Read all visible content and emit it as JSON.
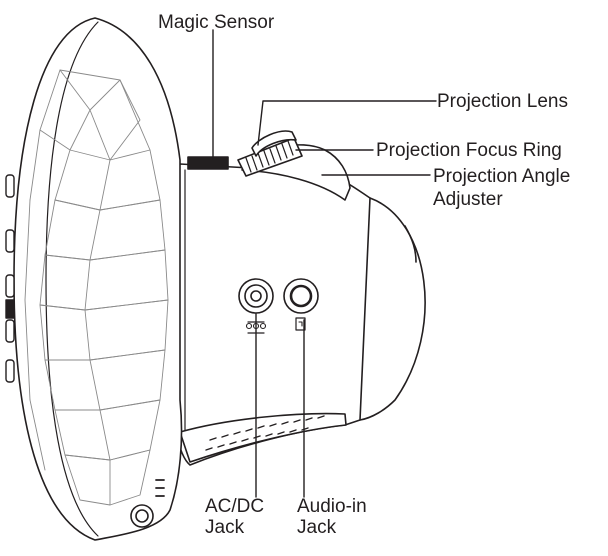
{
  "labels": {
    "magic_sensor": "Magic Sensor",
    "projection_lens": "Projection Lens",
    "projection_focus_ring": "Projection Focus Ring",
    "projection_angle_adjuster_line1": "Projection Angle",
    "projection_angle_adjuster_line2": "Adjuster",
    "acdc_jack_line1": "AC/DC",
    "acdc_jack_line2": "Jack",
    "audio_in_jack_line1": "Audio-in",
    "audio_in_jack_line2": "Jack"
  },
  "colors": {
    "line": "#231f20",
    "fill": "#ffffff",
    "dark": "#231f20"
  }
}
